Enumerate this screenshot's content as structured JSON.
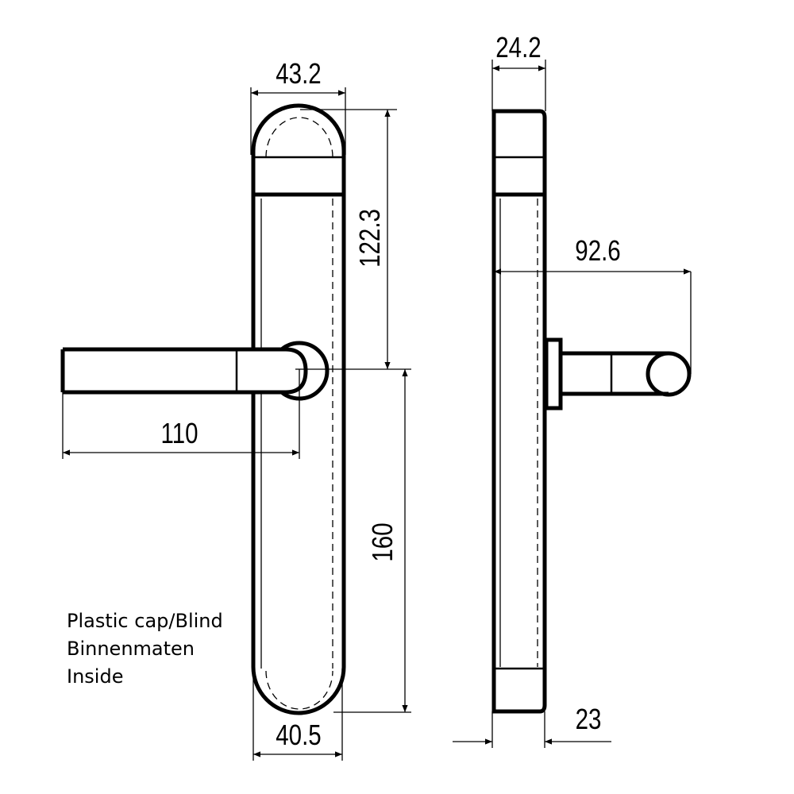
{
  "dimensions": {
    "top_width": "43.2",
    "depth": "24.2",
    "cap_to_spindle": "122.3",
    "projection": "92.6",
    "lever_length": "110",
    "spindle_to_bottom": "160",
    "bottom_width": "40.5",
    "plate_thickness": "23"
  },
  "notes": [
    "Plastic cap/Blind",
    "Binnenmaten",
    "Inside"
  ]
}
